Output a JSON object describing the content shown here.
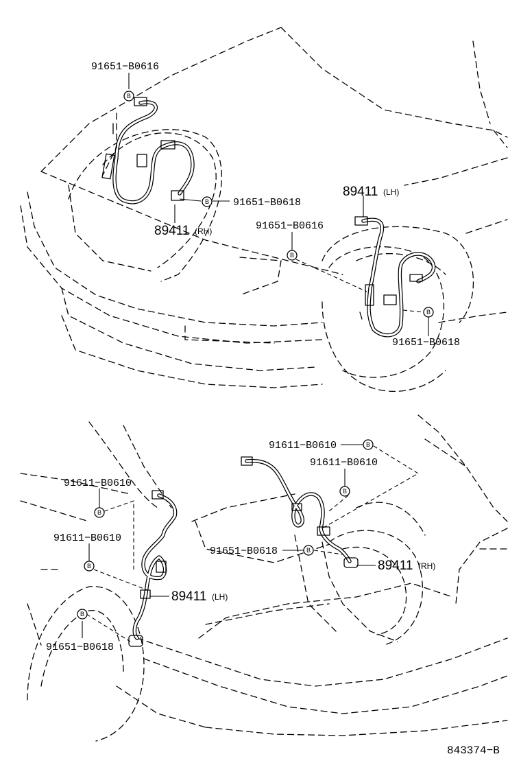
{
  "labels": {
    "top_clip_rh": "91651−B0616",
    "top_bolt_rh": "91651−B0618",
    "top_sensor_rh": "89411",
    "top_sensor_rh_side": "(RH)",
    "top_sensor_lh": "89411",
    "top_sensor_lh_side": "(LH)",
    "top_clip_lh": "91651−B0616",
    "top_bolt_lh": "91651−B0618",
    "bot_clip_rh_1": "91611−B0610",
    "bot_clip_rh_2": "91611−B0610",
    "bot_bolt_rh": "91651−B0618",
    "bot_sensor_rh": "89411",
    "bot_sensor_rh_side": "(RH)",
    "bot_clip_lh_1": "91611−B0610",
    "bot_clip_lh_2": "91611−B0610",
    "bot_sensor_lh": "89411",
    "bot_sensor_lh_side": "(LH)",
    "bot_bolt_lh": "91651−B0618",
    "reference": "843374−B"
  },
  "marker_letter": "B",
  "colors": {
    "ink": "#000000",
    "paper": "#ffffff"
  }
}
